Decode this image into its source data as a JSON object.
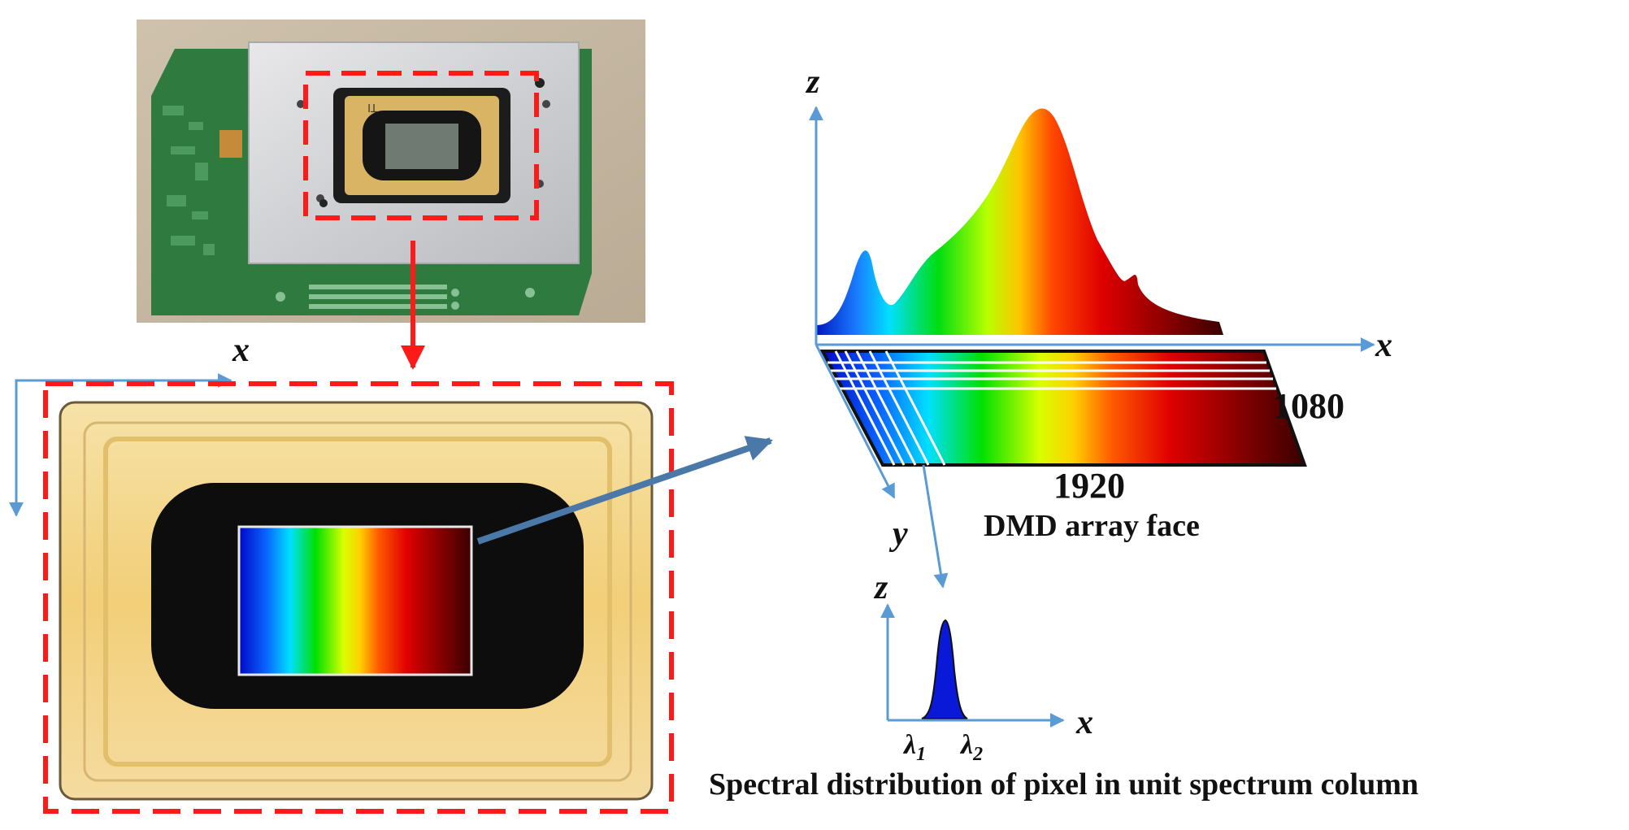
{
  "labels": {
    "left_axis_x": "x",
    "right_axis_z": "z",
    "right_axis_x": "x",
    "right_axis_y": "y",
    "dim_1080": "1080",
    "dim_1920": "1920",
    "array_face_caption": "DMD array face",
    "small_axis_z": "z",
    "small_axis_x": "x",
    "lambda1": "λ",
    "lambda1_sub": "1",
    "lambda2": "λ",
    "lambda2_sub": "2",
    "bottom_caption": "Spectral distribution of pixel in unit spectrum column"
  },
  "colors": {
    "highlight_dash": "#ff1a1a",
    "axis_blue": "#5b9bd5",
    "arrow_dark_blue": "#4a78a8",
    "pcb_green": "#2f7a3e",
    "ceramic_yellow": "#f3d27e",
    "spectrum_blue": "#0000d6",
    "spectrum_green": "#00d400",
    "spectrum_red": "#e31a00",
    "spectrum_dark": "#3a0000"
  }
}
